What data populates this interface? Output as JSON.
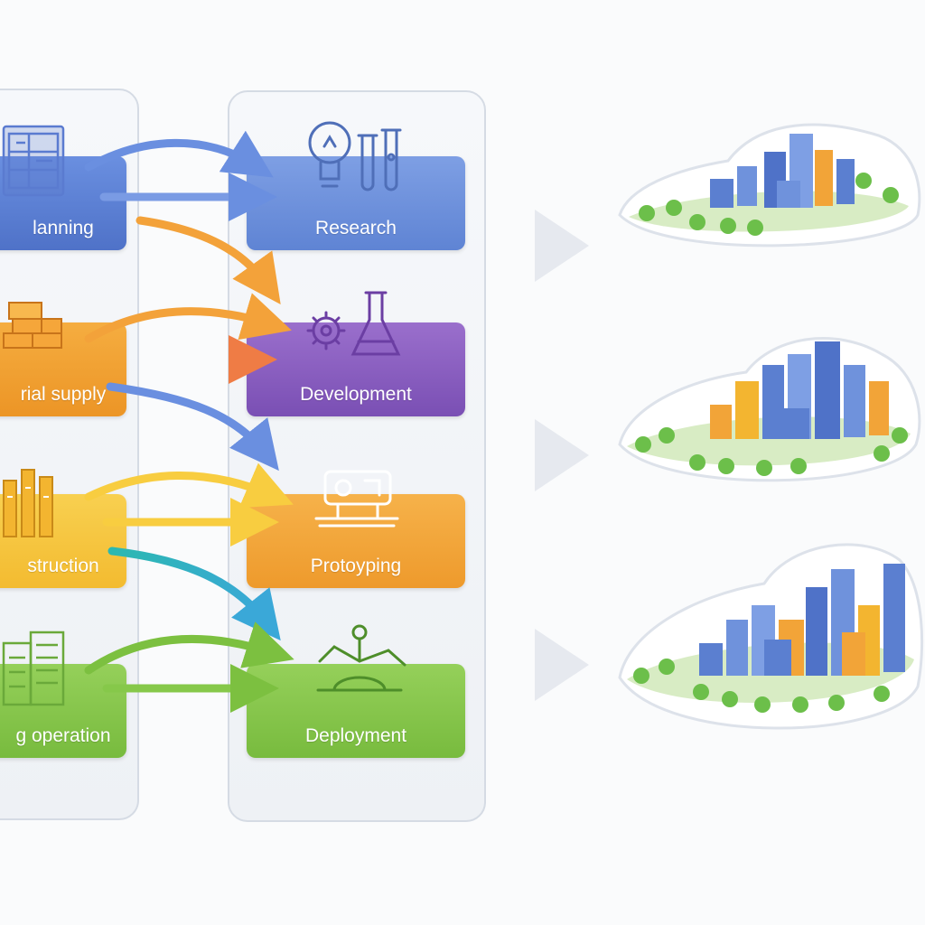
{
  "left_column": {
    "stages": [
      {
        "label": "lanning",
        "color": "#5b7fd0"
      },
      {
        "label": "rial supply",
        "color": "#f0a030"
      },
      {
        "label": "struction",
        "color": "#f6c63c"
      },
      {
        "label": "g operation",
        "color": "#86c84a"
      }
    ]
  },
  "right_column": {
    "stages": [
      {
        "label": "Research",
        "color": "#6f92dc"
      },
      {
        "label": "Development",
        "color": "#8a5fc0"
      },
      {
        "label": "Protoyping",
        "color": "#f2a438"
      },
      {
        "label": "Deployment",
        "color": "#86c84a"
      }
    ]
  },
  "outcomes": [
    {
      "name": "city-model-small"
    },
    {
      "name": "city-model-medium"
    },
    {
      "name": "city-model-large"
    }
  ]
}
